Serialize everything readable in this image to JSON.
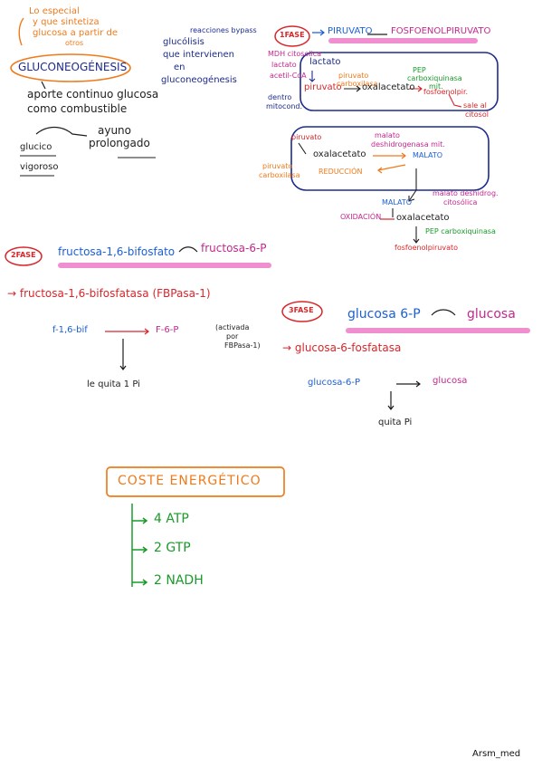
{
  "colors": {
    "orange": "#f07a1a",
    "blue": "#1c5fd6",
    "navy": "#1c2b8c",
    "red": "#d8262a",
    "pink": "#c2288e",
    "green": "#1a9a2a",
    "dark": "#1e1e1e",
    "highlight": "#f08fd0"
  },
  "intro": {
    "def_1": "Lo especial",
    "def_2": "y que sintetiza",
    "def_3": "glucosa a partir de",
    "def_4": "otros",
    "title": "GLUCONEOGÉNESIS",
    "aporte_1": "aporte continuo glucosa",
    "aporte_2": "como combustible",
    "ayuno_1": "ayuno",
    "ayuno_2": "prolongado",
    "left_1": "glucico",
    "left_2": "vigoroso",
    "blue_1": "glucólisis",
    "blue_2": "que intervienen",
    "blue_3": "en",
    "blue_4": "gluconeogénesis",
    "reacciones": "reacciones bypass"
  },
  "fase1": {
    "label": "1FASE",
    "piruvato": "PIRUVATO",
    "fosfo": "FOSFOENOLPIRUVATO",
    "pink_left_1": "MDH citosolica",
    "pink_left_2": "lactato",
    "pink_left_3": "acetil-CoA",
    "lactato": "lactato",
    "dentro_1": "dentro",
    "dentro_2": "mitocond.",
    "piruvato_in": "piruvato",
    "orange_1": "piruvato",
    "orange_2": "carboxilasa",
    "oxalo": "oxalacetato",
    "green_1": "PEP",
    "green_2": "carboxiquinasa",
    "green_3": "mit.",
    "fosfoenolpir": "fosfoenolpir.",
    "sale_1": "sale al",
    "sale_2": "citosol",
    "box2_piruvato": "piruvato",
    "box2_oxalo": "oxalacetato",
    "malato_desh_1": "malato",
    "malato_desh_2": "deshidrogenasa mit.",
    "malato_1": "MALATO",
    "pir_carb_1": "piruvato",
    "pir_carb_2": "carboxilasa",
    "reduccion": "REDUCCIÓN",
    "malato_2": "MALATO",
    "malato_desh_cit_1": "malato deshidrog.",
    "malato_desh_cit_2": "citosólica",
    "oxidacion": "OXIDACIÓN",
    "oxalo_2": "oxalacetato",
    "pep_carb": "PEP carboxiquinasa",
    "fosfoenol_2": "fosfoenolpiruvato"
  },
  "fase2": {
    "label": "2FASE",
    "fructosa_bis": "fructosa-1,6-bifosfato",
    "fructosa_6p": "fructosa-6-P",
    "enzyme": "→ fructosa-1,6-bifosfatasa (FBPasa-1)",
    "f16bis": "f-1,6-bif",
    "f6p": "F-6-P",
    "activada_1": "(activada",
    "activada_2": "por",
    "activada_3": "FBPasa-1)",
    "le_quita": "le quita 1 Pi"
  },
  "fase3": {
    "label": "3FASE",
    "glucosa_6p": "glucosa 6-P",
    "glucosa": "glucosa",
    "enzyme": "→ glucosa-6-fosfatasa",
    "g6p": "glucosa-6-P",
    "glucosa_2": "glucosa",
    "quita": "quita Pi"
  },
  "coste": {
    "title": "COSTE ENERGÉTICO",
    "items": [
      "4 ATP",
      "2 GTP",
      "2 NADH"
    ]
  },
  "signature": "Arsm_med"
}
